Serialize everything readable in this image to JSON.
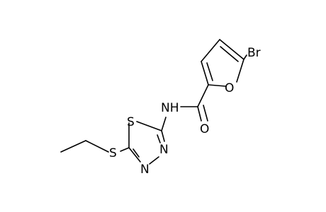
{
  "atoms": {
    "br": "Br",
    "o_ring": "O",
    "nh": "NH",
    "o_carbonyl": "O",
    "s_ring": "S",
    "n_upper": "N",
    "n_lower": "N",
    "s_thio": "S"
  }
}
